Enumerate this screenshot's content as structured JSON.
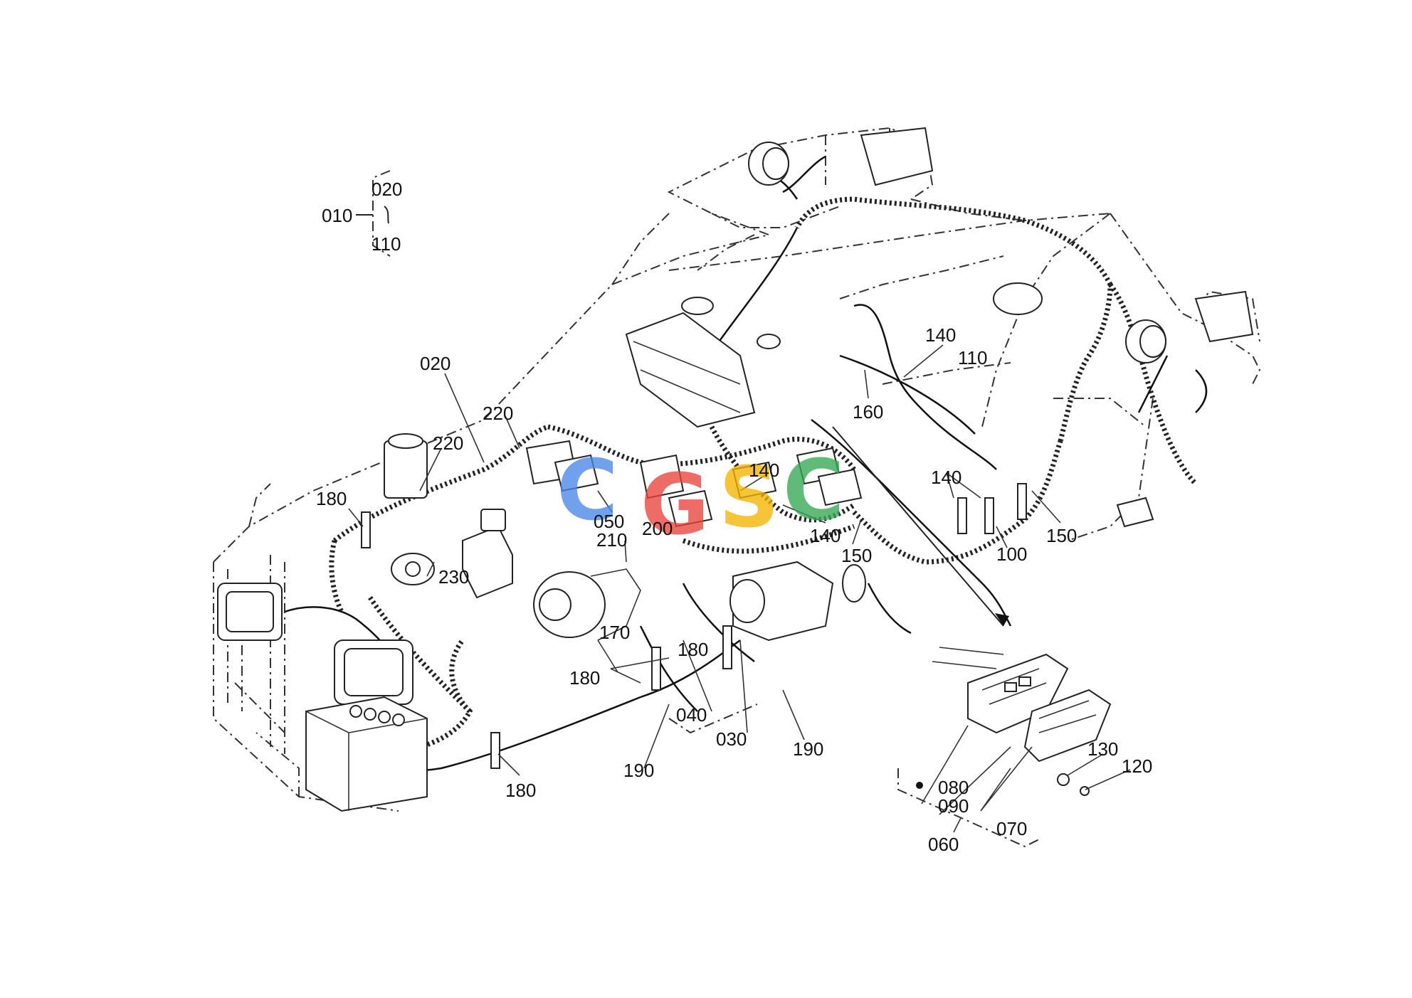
{
  "watermark": {
    "letters": [
      "C",
      "G",
      "S",
      "C"
    ],
    "colors": [
      "#4a86e8",
      "#e8453c",
      "#f4b400",
      "#34a853"
    ]
  },
  "labels": {
    "l010": "010",
    "l020_group": "020",
    "l110_group": "110",
    "l020": "020",
    "l220_a": "220",
    "l220_b": "220",
    "l180_a": "180",
    "l230": "230",
    "l050": "050",
    "l140_a": "140",
    "l140_b": "140",
    "l140_c": "140",
    "l140_d": "140",
    "l110": "110",
    "l160": "160",
    "l150_a": "150",
    "l150_b": "150",
    "l100": "100",
    "l210": "210",
    "l200": "200",
    "l170": "170",
    "l180_b": "180",
    "l180_c": "180",
    "l180_d": "180",
    "l040": "040",
    "l030": "030",
    "l190_a": "190",
    "l190_b": "190",
    "l080": "080",
    "l090": "090",
    "l060": "060",
    "l070": "070",
    "l130": "130",
    "l120": "120"
  }
}
